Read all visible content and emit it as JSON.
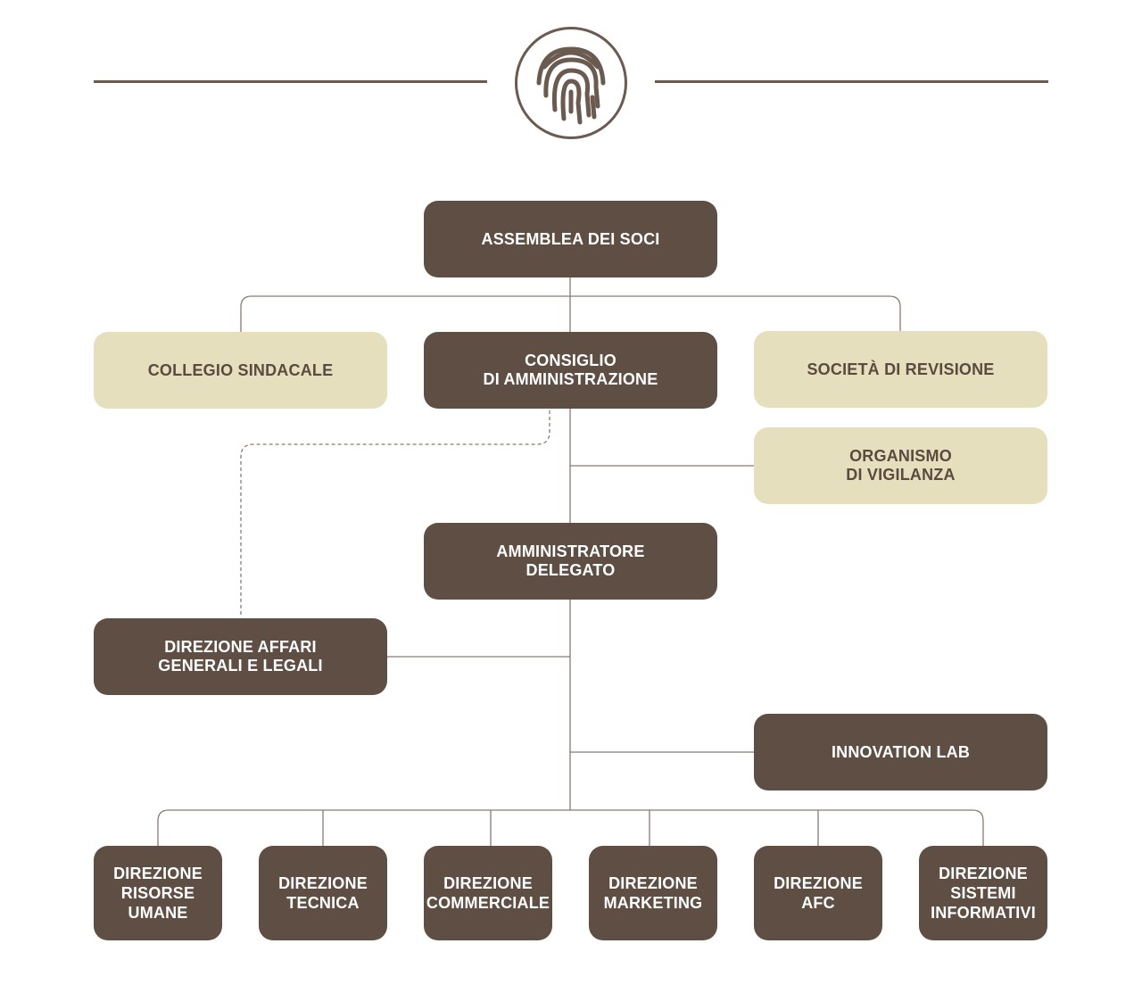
{
  "header": {
    "logo_icon": "fingerprint-icon"
  },
  "colors": {
    "dark": "#5f4e43",
    "light": "#e6dfbd",
    "line": "#6a5a4f"
  },
  "nodes": {
    "assemblea": "ASSEMBLEA DEI SOCI",
    "collegio": "COLLEGIO SINDACALE",
    "consiglio": "CONSIGLIO\nDI AMMINISTRAZIONE",
    "societa": "SOCIETÀ DI REVISIONE",
    "organismo": "ORGANISMO\nDI VIGILANZA",
    "amministratore": "AMMINISTRATORE\nDELEGATO",
    "affari": "DIREZIONE AFFARI\nGENERALI E LEGALI",
    "innovation": "INNOVATION LAB",
    "risorse": "DIREZIONE\nRISORSE\nUMANE",
    "tecnica": "DIREZIONE\nTECNICA",
    "commerciale": "DIREZIONE\nCOMMERCIALE",
    "marketing": "DIREZIONE\nMARKETING",
    "afc": "DIREZIONE\nAFC",
    "sistemi": "DIREZIONE\nSISTEMI\nINFORMATIVI"
  }
}
